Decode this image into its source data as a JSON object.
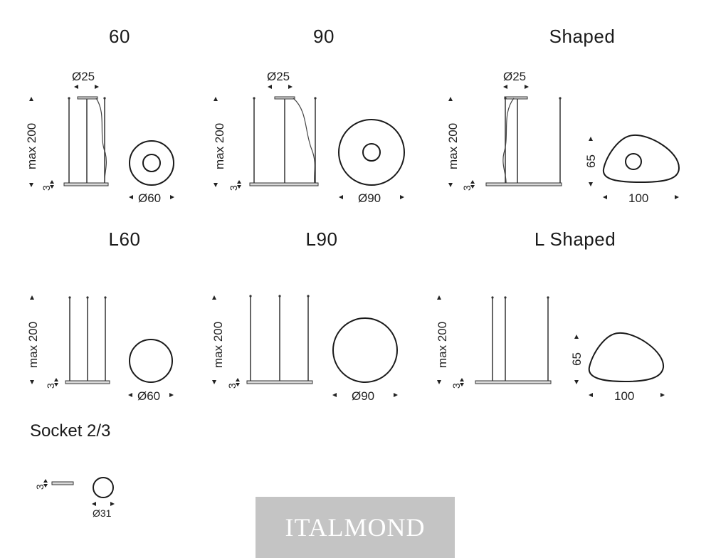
{
  "models": [
    {
      "title": "60",
      "height_label": "max 200",
      "thickness_label": "3",
      "canopy_label": "Ø25",
      "ring_label": "Ø60"
    },
    {
      "title": "90",
      "height_label": "max 200",
      "thickness_label": "3",
      "canopy_label": "Ø25",
      "ring_label": "Ø90"
    },
    {
      "title": "Shaped",
      "height_label": "max 200",
      "thickness_label": "3",
      "canopy_label": "Ø25",
      "width_label": "100",
      "depth_label": "65"
    },
    {
      "title": "L60",
      "height_label": "max 200",
      "thickness_label": "3",
      "ring_label": "Ø60"
    },
    {
      "title": "L90",
      "height_label": "max 200",
      "thickness_label": "3",
      "ring_label": "Ø90"
    },
    {
      "title": "L Shaped",
      "height_label": "max 200",
      "thickness_label": "3",
      "width_label": "100",
      "depth_label": "65"
    }
  ],
  "socket": {
    "title": "Socket 2/3",
    "thickness_label": "3",
    "diameter_label": "Ø31"
  },
  "watermark": {
    "text": "ITALMOND"
  }
}
